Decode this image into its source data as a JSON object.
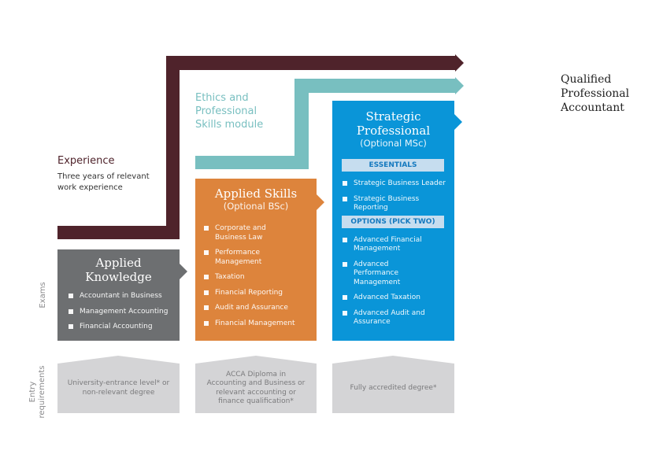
{
  "colors": {
    "experience": "#4f232b",
    "ethics": "#78bfc0",
    "strategic": "#0a95d8",
    "applied_skills": "#dd843c",
    "applied_knowledge": "#6d6f71",
    "entry": "#d4d4d6"
  },
  "experience": {
    "title": "Experience",
    "description": "Three years of relevant work experience"
  },
  "ethics": {
    "title": "Ethics and Professional Skills module"
  },
  "goal": {
    "title": "Qualified Professional Accountant"
  },
  "row_labels": {
    "exams": "Exams",
    "entry": "Entry requirements"
  },
  "applied_knowledge": {
    "title": "Applied Knowledge",
    "items": [
      "Accountant in Business",
      "Management Accounting",
      "Financial Accounting"
    ]
  },
  "applied_skills": {
    "title": "Applied Skills",
    "subtitle": "(Optional BSc)",
    "items": [
      "Corporate and Business Law",
      "Performance Management",
      "Taxation",
      "Financial Reporting",
      "Audit and Assurance",
      "Financial Management"
    ]
  },
  "strategic": {
    "title": "Strategic Professional",
    "subtitle": "(Optional MSc)",
    "essentials_label": "ESSENTIALS",
    "essentials": [
      "Strategic Business Leader",
      "Strategic Business Reporting"
    ],
    "options_label": "OPTIONS (PICK TWO)",
    "options": [
      "Advanced Financial Management",
      "Advanced Performance Management",
      "Advanced Taxation",
      "Advanced Audit and Assurance"
    ]
  },
  "entry_requirements": [
    "University-entrance level* or non-relevant degree",
    "ACCA Diploma in Accounting and Business or relevant accounting or finance qualification*",
    "Fully accredited degree*"
  ]
}
